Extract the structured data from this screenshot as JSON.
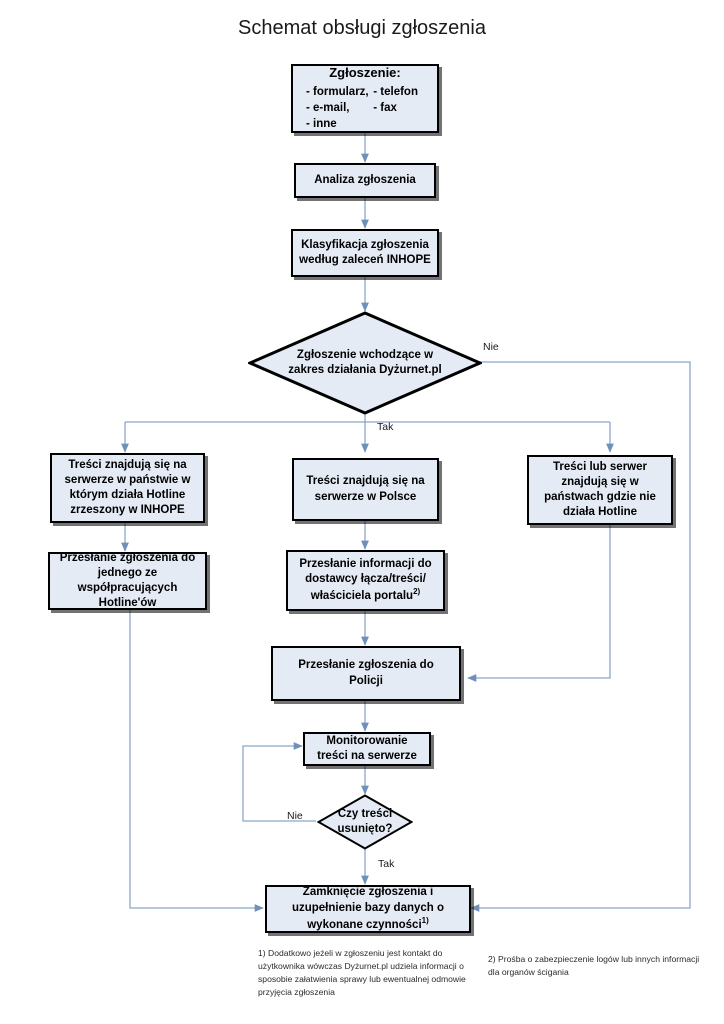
{
  "title": "Schemat obsługi zgłoszenia",
  "nodes": {
    "zgloszenie": {
      "heading": "Zgłoszenie:",
      "col_left": [
        "- formularz,",
        "- e-mail,",
        "- inne"
      ],
      "col_right": [
        "- telefon",
        "- fax"
      ]
    },
    "analiza": "Analiza zgłoszenia",
    "klasyfikacja": "Klasyfikacja zgłoszenia\nwedług zaleceń INHOPE",
    "decyzja_zakres": "Zgłoszenie wchodzące w\nzakres działania Dyżurnet.pl",
    "tresci_inhope": "Treści znajdują się na\nserwerze w państwie w\nktórym działa Hotline\nzrzeszony w INHOPE",
    "tresci_polska": "Treści znajdują się na\nserwerze w Polsce",
    "tresci_brak_hotline": "Treści lub serwer\nznajdują się w\npaństwach gdzie nie\ndziała Hotline",
    "przeslanie_hotline": "Przesłanie zgłoszenia do\njednego ze\nwspółpracujących\nHotline'ów",
    "przeslanie_dostawca": "Przesłanie informacji do\ndostawcy łącza/treści/\nwłaściciela portalu",
    "przeslanie_dostawca_sup": "2)",
    "przeslanie_policja": "Przesłanie zgłoszenia do\nPolicji",
    "monitorowanie": "Monitorowanie\ntreści na serwerze",
    "decyzja_usuniecie": "Czy treści\nusunięto?",
    "zamkniecie": "Zamknięcie zgłoszenia i\nuzupełnienie bazy danych o\nwykonane czynności",
    "zamkniecie_sup": "1)"
  },
  "edge_labels": {
    "nie_zakres": "Nie",
    "tak_zakres": "Tak",
    "nie_usuniecie": "Nie",
    "tak_usuniecie": "Tak"
  },
  "footnotes": {
    "one": "1) Dodatkowo jeżeli w zgłoszeniu jest kontakt do użytkownika wówczas Dyżurnet.pl udziela informacji o sposobie załatwienia sprawy lub ewentualnej odmowie przyjęcia zgłoszenia",
    "two": "2) Prośba o zabezpieczenie logów lub innych informacji dla organów ścigania"
  },
  "colors": {
    "node_fill": "#e4ebf5",
    "node_border": "#000000",
    "connector": "#7f9dc4",
    "background": "#ffffff"
  }
}
